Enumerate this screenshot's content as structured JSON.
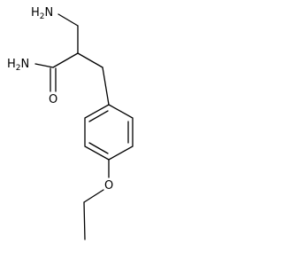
{
  "molecule": {
    "atoms": {
      "amine_top": {
        "main": "H",
        "sub": "2",
        "tail": "N"
      },
      "amide_n": {
        "main": "H",
        "sub": "2",
        "tail": "N"
      },
      "carbonyl_o": {
        "text": "O"
      },
      "ether_o": {
        "text": "O"
      }
    }
  }
}
